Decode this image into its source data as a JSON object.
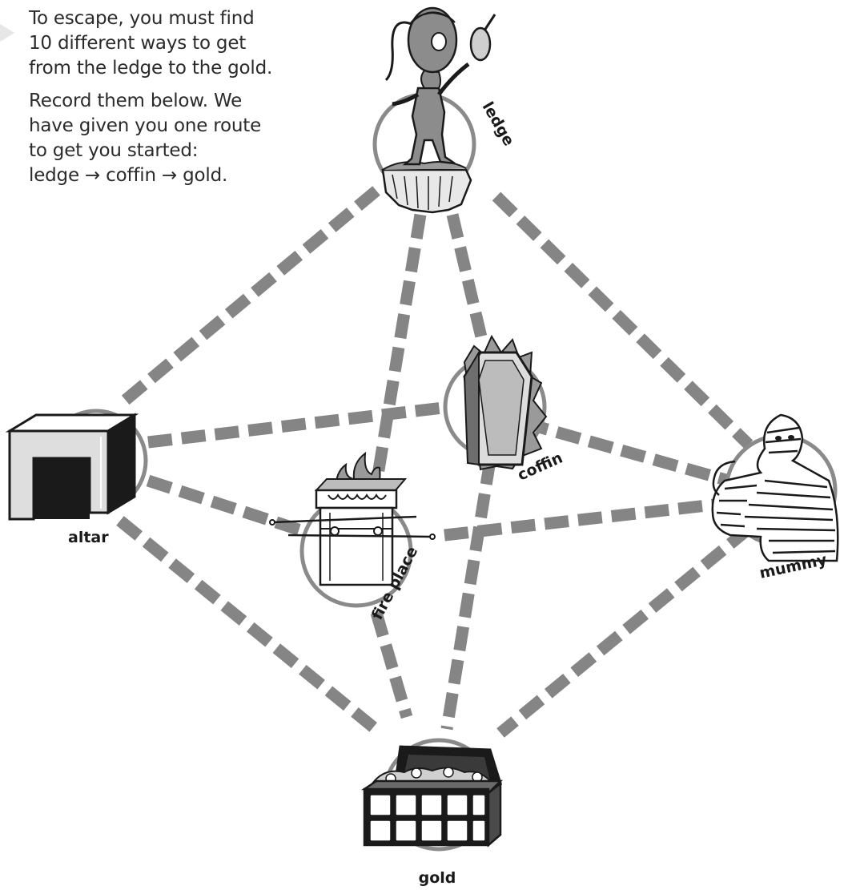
{
  "instructions": {
    "lines_p1": [
      "To escape, you must find",
      "10 different ways to get",
      "from the ledge to the gold."
    ],
    "lines_p2": [
      "Record them below. We",
      "have given you one route",
      "to get you started:",
      "ledge → coffin → gold."
    ]
  },
  "nodes": {
    "ledge": "ledge",
    "coffin": "coffin",
    "altar": "altar",
    "fireplace": "fire place",
    "mummy": "mummy",
    "gold": "gold"
  },
  "colors": {
    "path": "#858585",
    "circle": "#8a8a8a",
    "text": "#2b2b2b",
    "marker": "#e6e6e6"
  }
}
